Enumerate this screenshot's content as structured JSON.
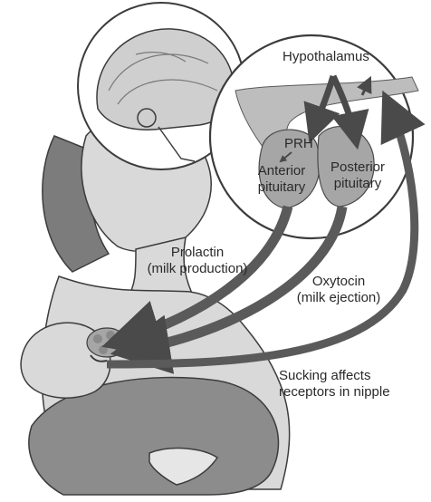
{
  "labels": {
    "hypothalamus": "Hypothalamus",
    "prh": "PRH",
    "anterior_1": "Anterior",
    "anterior_2": "pituitary",
    "posterior_1": "Posterior",
    "posterior_2": "pituitary",
    "prolactin_1": "Prolactin",
    "prolactin_2": "(milk production)",
    "oxytocin_1": "Oxytocin",
    "oxytocin_2": "(milk ejection)",
    "sucking_1": "Sucking affects",
    "sucking_2": "receptors in nipple"
  },
  "colors": {
    "arrow": "#5a5a5a",
    "skin": "#d9d9d9",
    "skin_dark": "#bdbdbd",
    "outline": "#3c3c3c",
    "gland": "#a6a6a6"
  }
}
